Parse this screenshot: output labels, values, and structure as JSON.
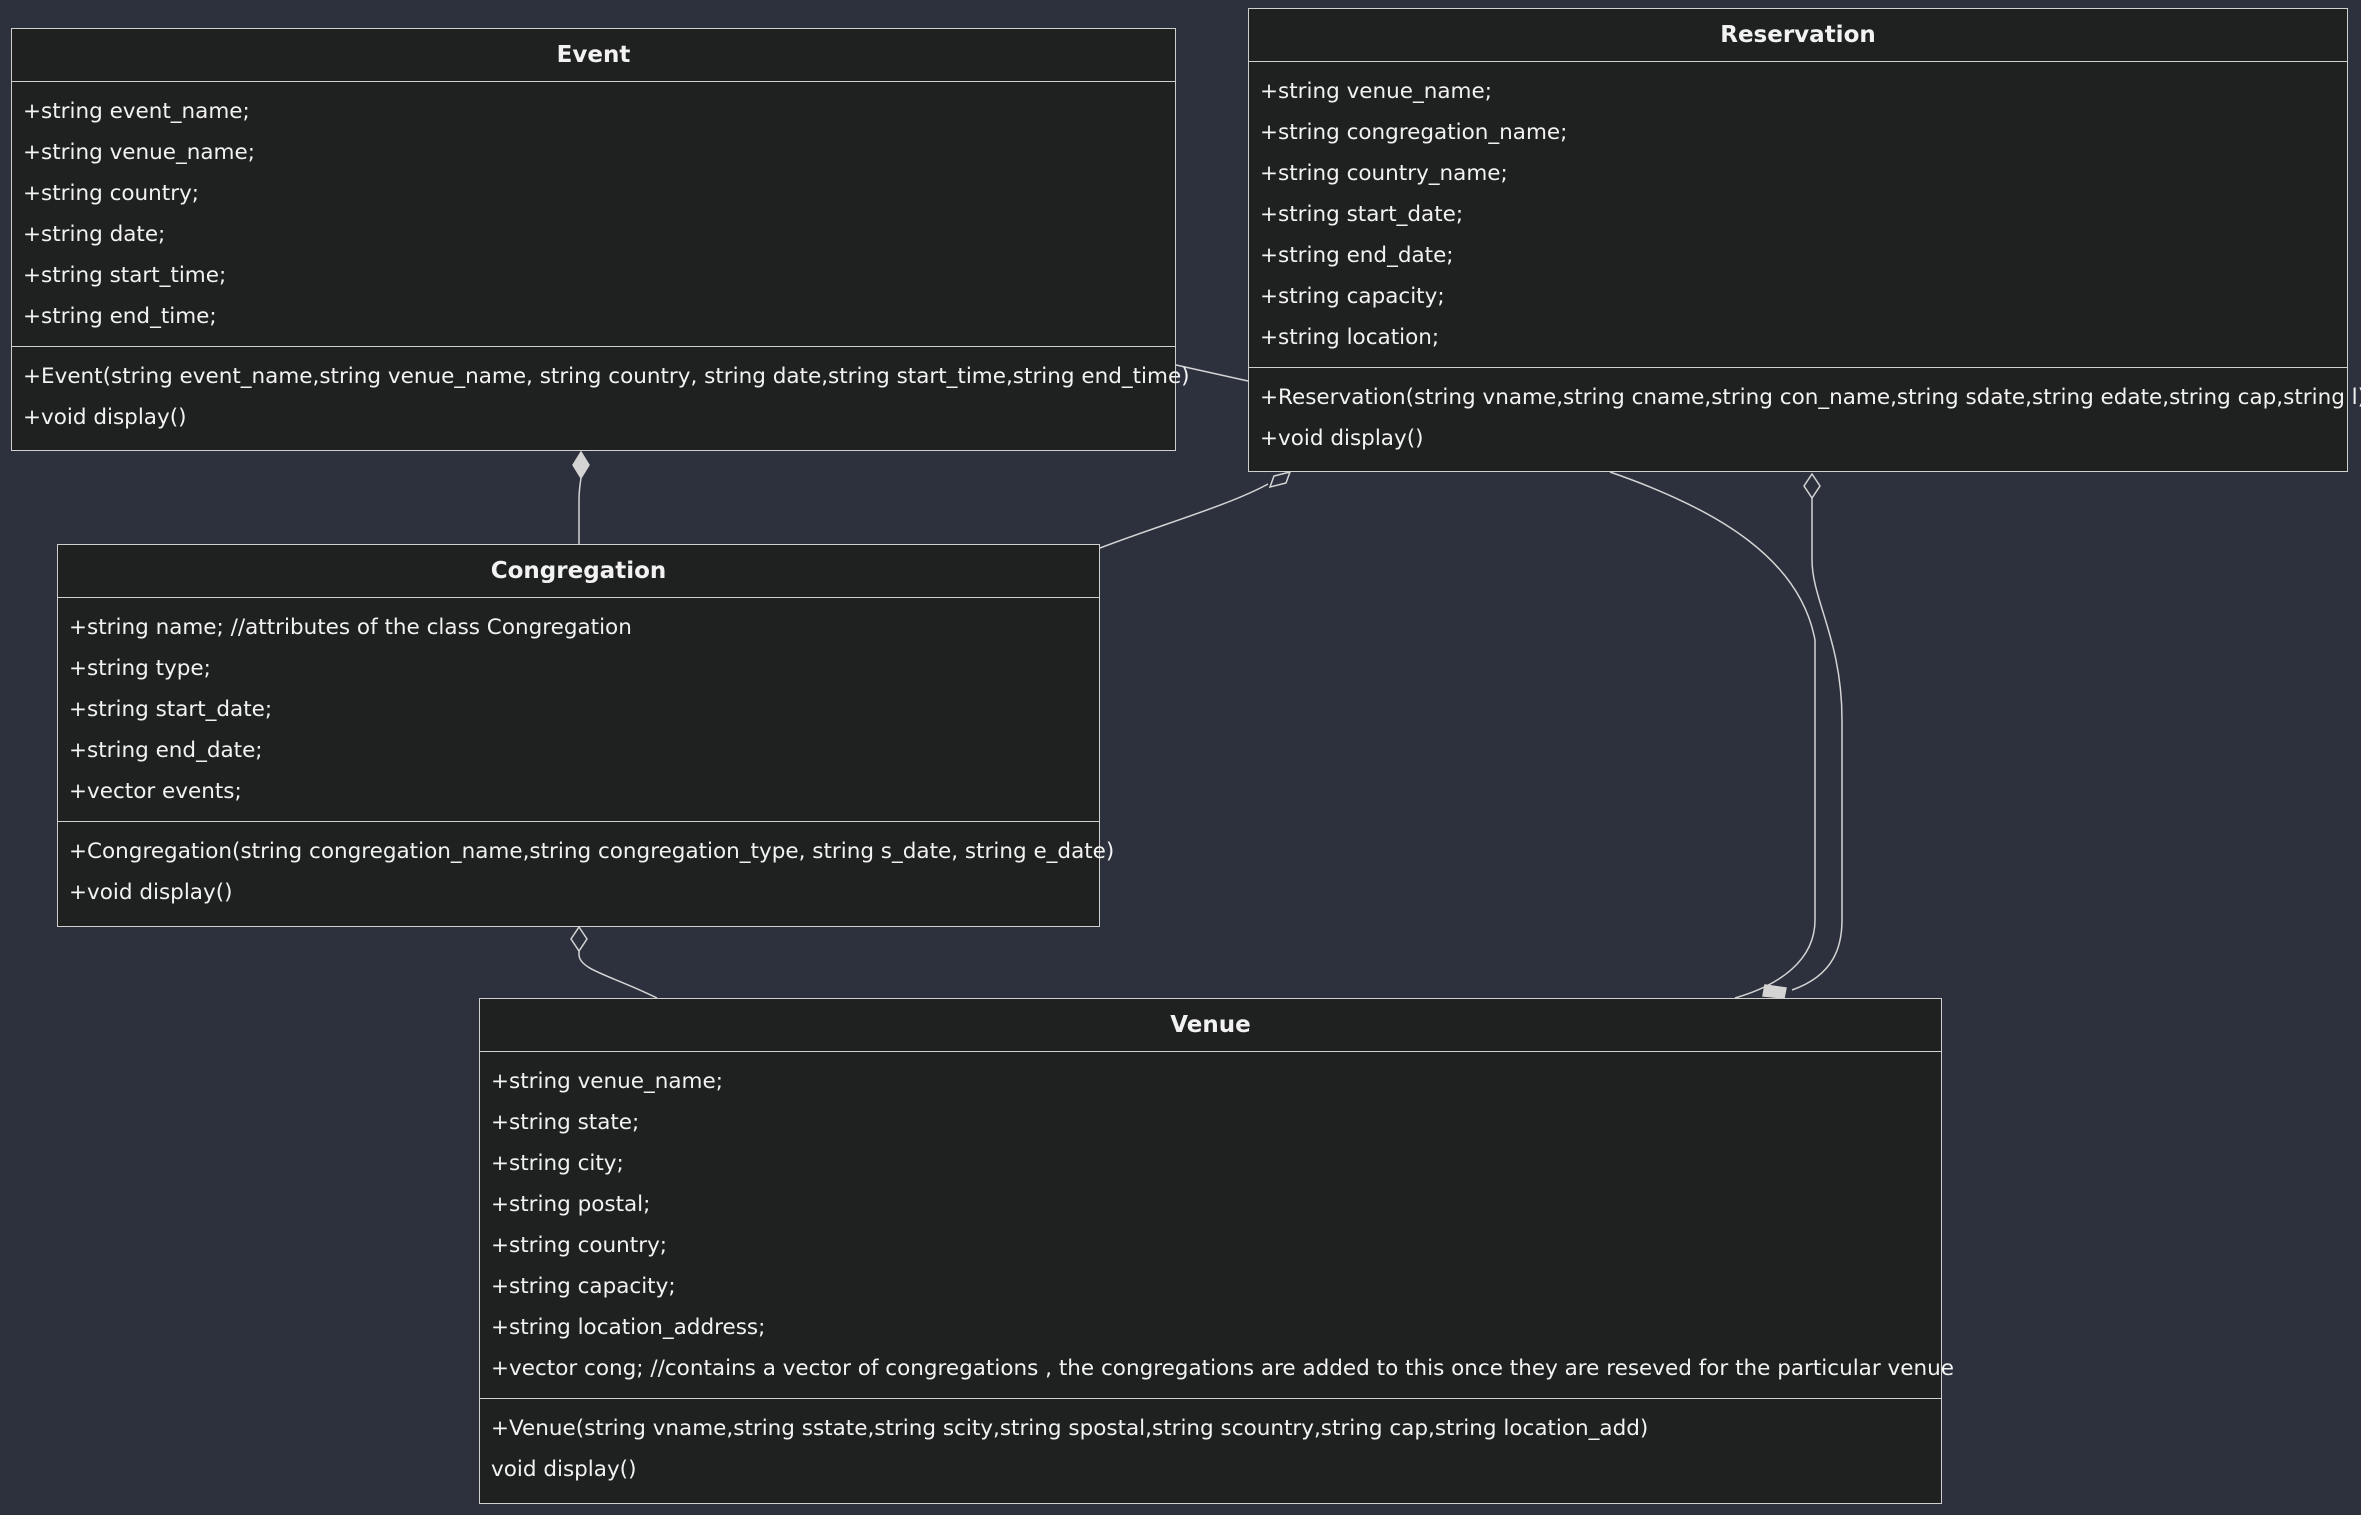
{
  "classes": {
    "event": {
      "name": "Event",
      "attributes": [
        "+string event_name;",
        "+string venue_name;",
        "+string country;",
        "+string date;",
        "+string start_time;",
        "+string end_time;"
      ],
      "methods": [
        "+Event(string event_name,string venue_name, string country, string date,string start_time,string end_time)",
        "+void display()"
      ]
    },
    "reservation": {
      "name": "Reservation",
      "attributes": [
        "+string venue_name;",
        "+string congregation_name;",
        "+string country_name;",
        "+string start_date;",
        "+string end_date;",
        "+string capacity;",
        "+string location;"
      ],
      "methods": [
        "+Reservation(string vname,string cname,string con_name,string sdate,string edate,string cap,string l)",
        "+void display()"
      ]
    },
    "congregation": {
      "name": "Congregation",
      "attributes": [
        "+string name; //attributes of the class Congregation",
        "+string type;",
        "+string start_date;",
        "+string end_date;",
        "+vector events;"
      ],
      "methods": [
        "+Congregation(string congregation_name,string congregation_type, string s_date, string e_date)",
        "+void display()"
      ]
    },
    "venue": {
      "name": "Venue",
      "attributes": [
        "+string venue_name;",
        "+string state;",
        "+string city;",
        "+string postal;",
        "+string country;",
        "+string capacity;",
        "+string location_address;",
        "+vector cong; //contains a vector of congregations , the congregations are added to this once they are reseved for the particular venue"
      ],
      "methods": [
        "+Venue(string vname,string sstate,string scity,string spostal,string scountry,string cap,string location_add)",
        "void display()"
      ]
    }
  },
  "relations": [
    {
      "from": "congregation",
      "to": "event",
      "kind": "composition"
    },
    {
      "from": "event",
      "to": "reservation",
      "kind": "association"
    },
    {
      "from": "congregation",
      "to": "reservation",
      "kind": "aggregation"
    },
    {
      "from": "venue",
      "to": "reservation",
      "kind": "aggregation"
    },
    {
      "from": "reservation",
      "to": "venue",
      "kind": "composition"
    },
    {
      "from": "venue",
      "to": "congregation",
      "kind": "aggregation"
    }
  ],
  "colors": {
    "background": "#2c313d",
    "class_fill": "#1f2020",
    "border": "#cfcfcf",
    "text": "#f2f2f2"
  }
}
